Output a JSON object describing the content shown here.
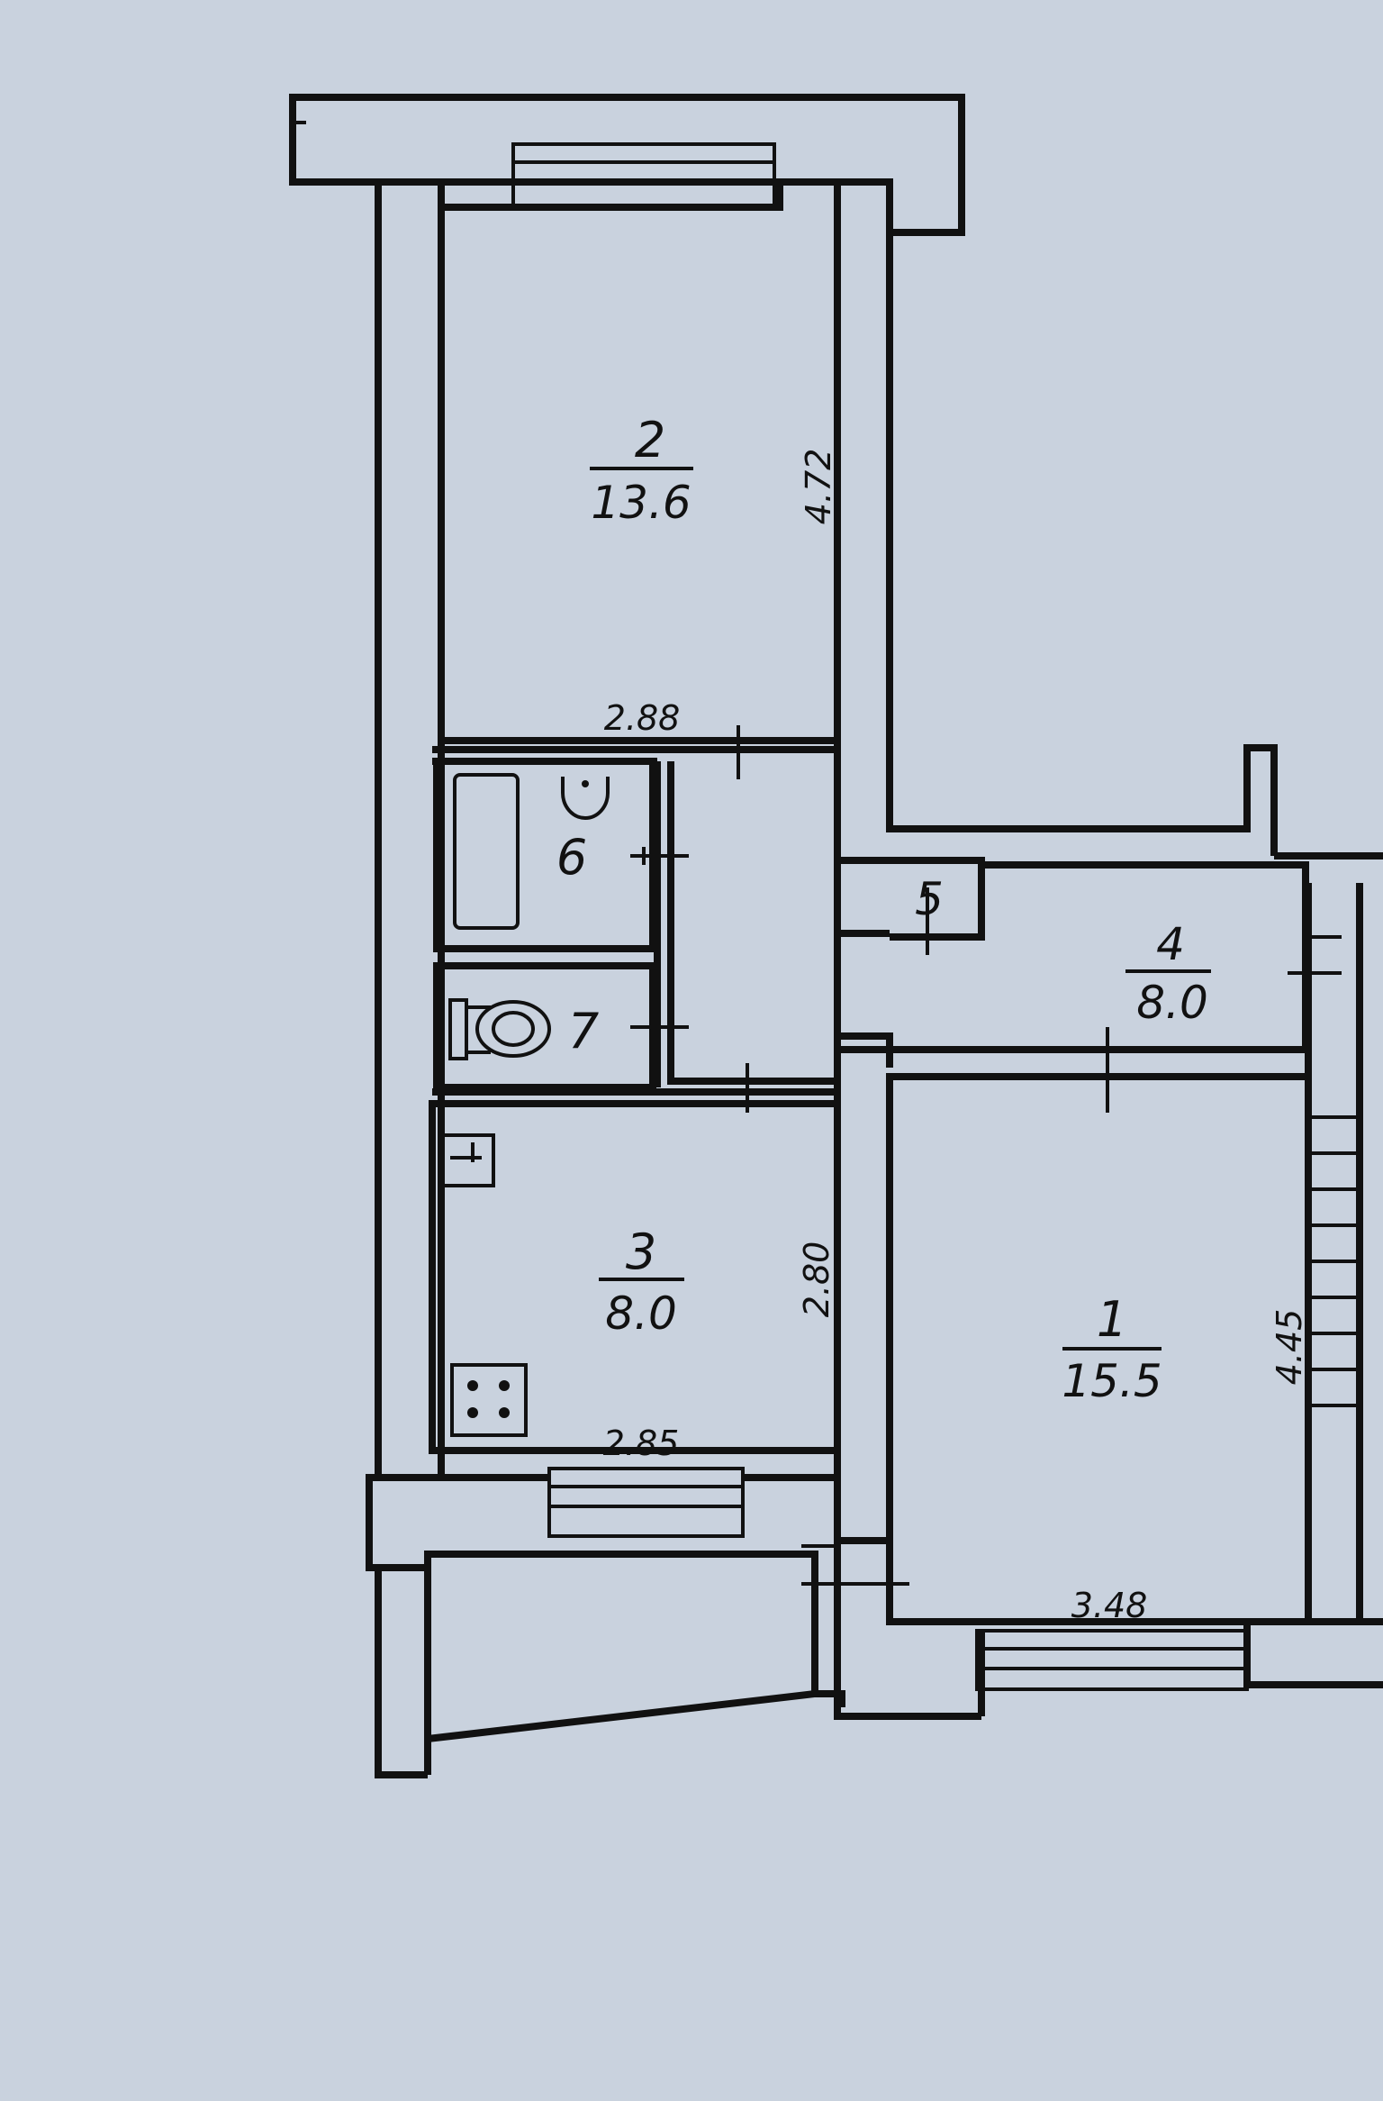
{
  "rooms": {
    "r1": {
      "num": "1",
      "area": "15.5"
    },
    "r2": {
      "num": "2",
      "area": "13.6"
    },
    "r3": {
      "num": "3",
      "area": "8.0"
    },
    "r4": {
      "num": "4",
      "area": "8.0"
    },
    "r5": {
      "num": "5"
    },
    "r6": {
      "num": "6"
    },
    "r7": {
      "num": "7"
    }
  },
  "dimensions": {
    "r2_height": "4.72",
    "r2_width": "2.88",
    "r3_height": "2.80",
    "r3_width": "2.85",
    "r1_height": "4.45",
    "r1_width": "3.48"
  },
  "colors": {
    "paper": "#c9d2de",
    "ink": "#111111"
  },
  "icons": [
    "bathtub-icon",
    "washbasin-icon",
    "toilet-icon",
    "kitchen-sink-icon",
    "stove-icon",
    "staircase-icon"
  ]
}
